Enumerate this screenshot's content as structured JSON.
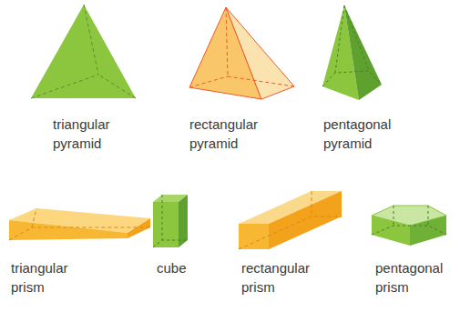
{
  "diagram": {
    "labels": [
      "triangular pyramid",
      "rectangular pyramid",
      "pentagonal pyramid",
      "triangular prism",
      "cube",
      "rectangular prism",
      "pentagonal prism"
    ]
  }
}
